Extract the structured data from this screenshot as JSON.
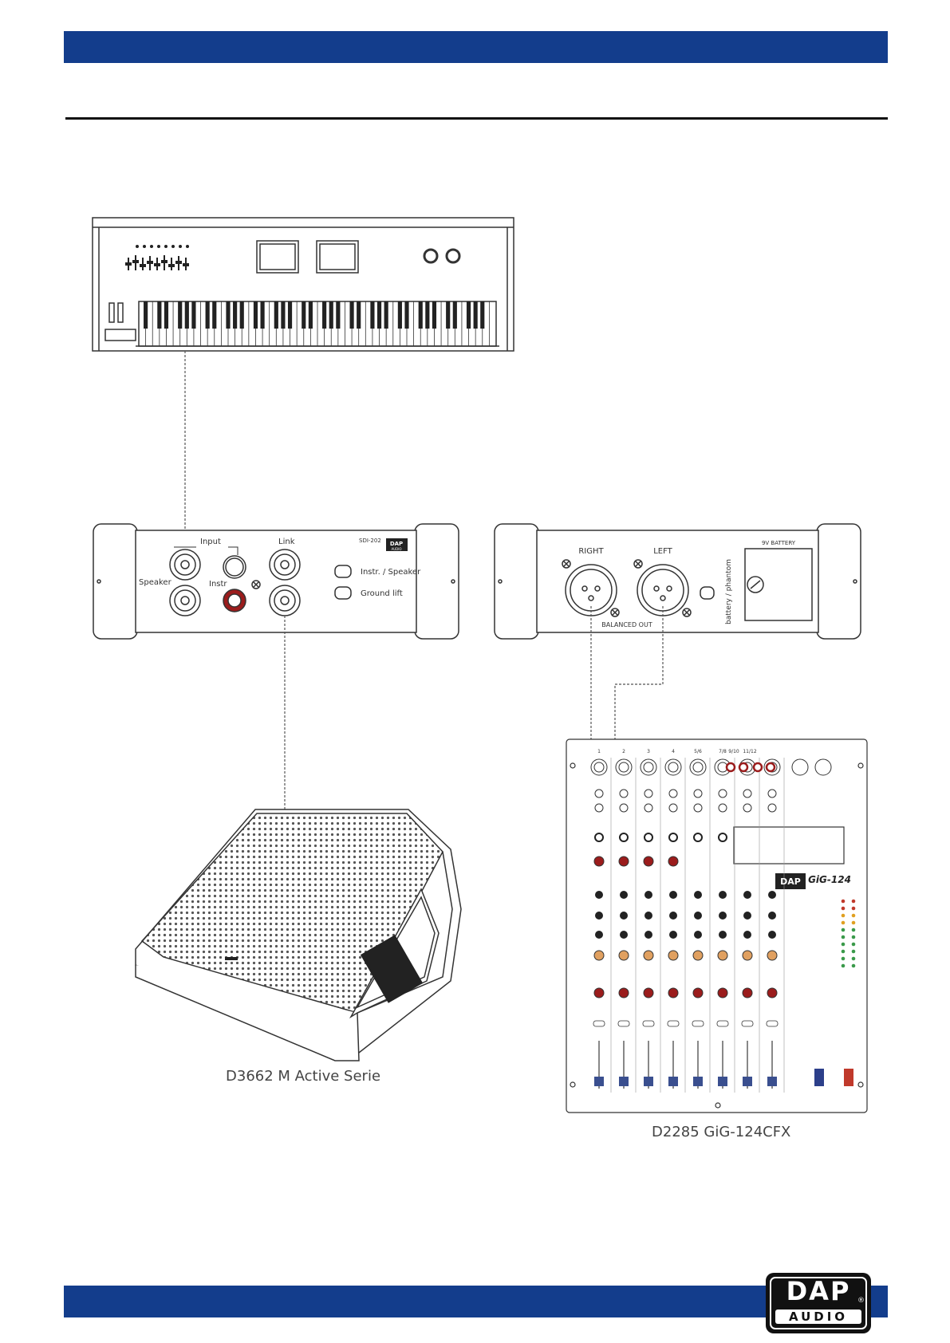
{
  "sdi": {
    "model": "SDI-202",
    "input": "Input",
    "link": "Link",
    "speaker": "Speaker",
    "instr": "Instr",
    "switch1": "Instr. / Speaker",
    "switch2": "Ground lift"
  },
  "di_out": {
    "right": "RIGHT",
    "left": "LEFT",
    "balanced_out": "BALANCED OUT",
    "battery": "9V BATTERY",
    "power": "battery / phantom"
  },
  "mixer": {
    "channels": [
      "1",
      "2",
      "3",
      "4",
      "5/6",
      "7/8",
      "9/10",
      "11/12"
    ],
    "brand": "GiG-124"
  },
  "captions": {
    "monitor": "D3662 M Active Serie",
    "mixer": "D2285 GiG-124CFX"
  },
  "logo": {
    "line1": "DAP",
    "line2": "AUDIO"
  },
  "colors": {
    "band": "#133d8c",
    "cable": "#555555",
    "accent_red": "#9b1c1c"
  }
}
